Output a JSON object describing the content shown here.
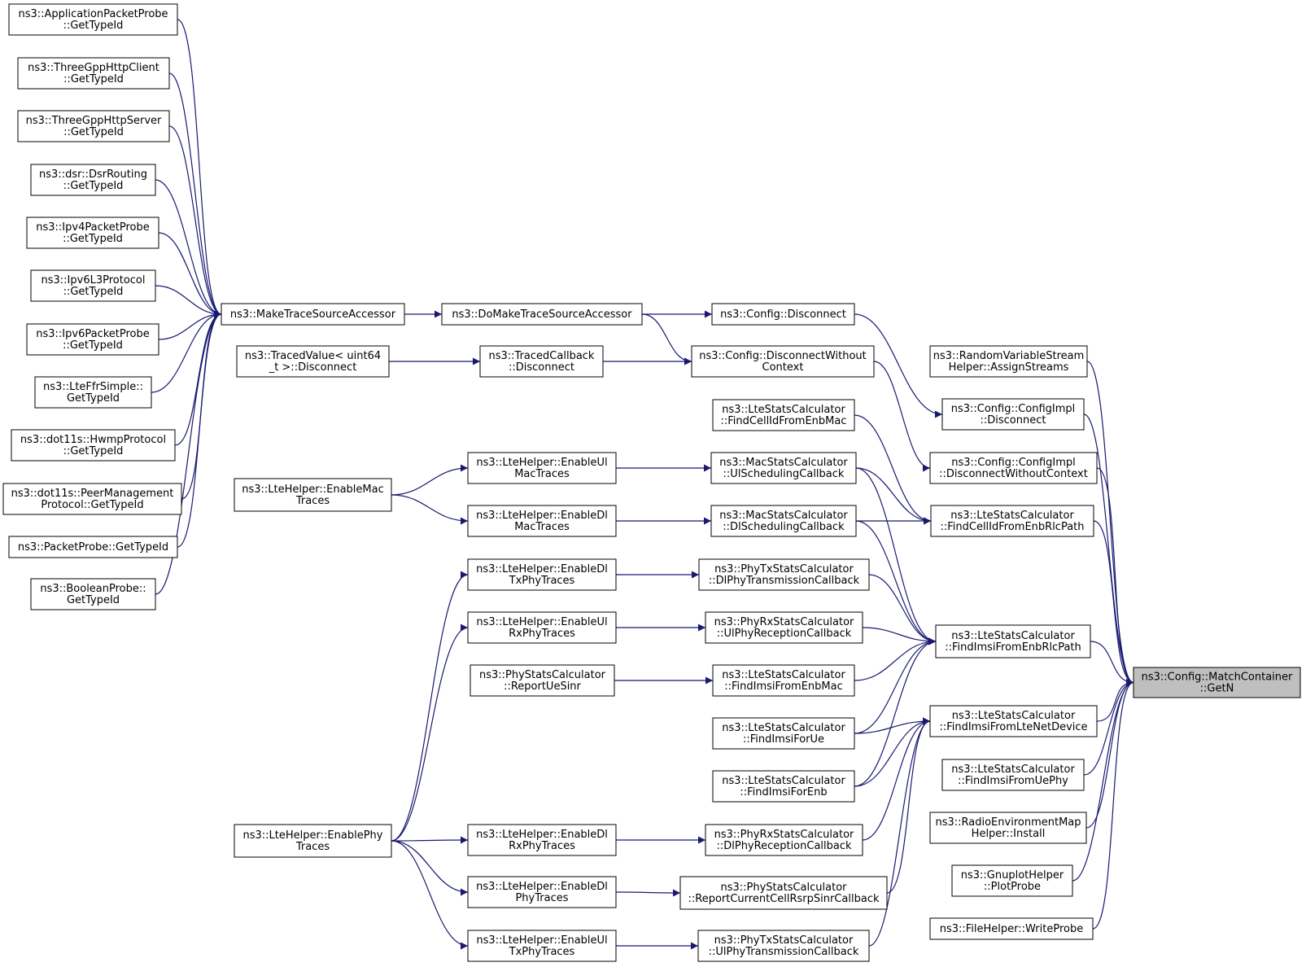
{
  "colors": {
    "edge": "#191970",
    "node_border": "#000000",
    "focus_border": "#ff0000",
    "root_fill": "#bfbfbf",
    "node_fill": "#ffffff"
  },
  "nodes": [
    {
      "id": "root",
      "lines": [
        "ns3::Config::MatchContainer",
        "::GetN"
      ],
      "style": "root"
    },
    {
      "id": "rvsh",
      "lines": [
        "ns3::RandomVariableStream",
        "Helper::AssignStreams"
      ]
    },
    {
      "id": "cfgimpl_disc",
      "lines": [
        "ns3::Config::ConfigImpl",
        "::Disconnect"
      ]
    },
    {
      "id": "cfgimpl_dwc",
      "lines": [
        "ns3::Config::ConfigImpl",
        "::DisconnectWithoutContext"
      ]
    },
    {
      "id": "lsc_rlcpath",
      "lines": [
        "ns3::LteStatsCalculator",
        "::FindCellIdFromEnbRlcPath"
      ]
    },
    {
      "id": "lsc_imsi_rlc",
      "lines": [
        "ns3::LteStatsCalculator",
        "::FindImsiFromEnbRlcPath"
      ]
    },
    {
      "id": "lsc_imsi_lnd",
      "lines": [
        "ns3::LteStatsCalculator",
        "::FindImsiFromLteNetDevice"
      ]
    },
    {
      "id": "lsc_imsi_uephy",
      "lines": [
        "ns3::LteStatsCalculator",
        "::FindImsiFromUePhy"
      ]
    },
    {
      "id": "rem_install",
      "lines": [
        "ns3::RadioEnvironmentMap",
        "Helper::Install"
      ]
    },
    {
      "id": "gnuplot",
      "lines": [
        "ns3::GnuplotHelper",
        "::PlotProbe"
      ]
    },
    {
      "id": "filehelper",
      "lines": [
        "ns3::FileHelper::WriteProbe"
      ]
    },
    {
      "id": "cfg_disc",
      "lines": [
        "ns3::Config::Disconnect"
      ]
    },
    {
      "id": "cfg_dwc",
      "lines": [
        "ns3::Config::DisconnectWithout",
        "Context"
      ]
    },
    {
      "id": "lsc_cellid_mac",
      "lines": [
        "ns3::LteStatsCalculator",
        "::FindCellIdFromEnbMac"
      ]
    },
    {
      "id": "macstats_ul",
      "lines": [
        "ns3::MacStatsCalculator",
        "::UlSchedulingCallback"
      ]
    },
    {
      "id": "macstats_dl",
      "lines": [
        "ns3::MacStatsCalculator",
        "::DlSchedulingCallback"
      ]
    },
    {
      "id": "phytx_dl",
      "lines": [
        "ns3::PhyTxStatsCalculator",
        "::DlPhyTransmissionCallback"
      ]
    },
    {
      "id": "phyrx_ul",
      "lines": [
        "ns3::PhyRxStatsCalculator",
        "::UlPhyReceptionCallback"
      ]
    },
    {
      "id": "lsc_imsi_mac",
      "lines": [
        "ns3::LteStatsCalculator",
        "::FindImsiFromEnbMac"
      ]
    },
    {
      "id": "lsc_imsi_ue",
      "lines": [
        "ns3::LteStatsCalculator",
        "::FindImsiForUe"
      ]
    },
    {
      "id": "lsc_imsi_enb",
      "lines": [
        "ns3::LteStatsCalculator",
        "::FindImsiForEnb"
      ]
    },
    {
      "id": "phyrx_dl",
      "lines": [
        "ns3::PhyRxStatsCalculator",
        "::DlPhyReceptionCallback"
      ]
    },
    {
      "id": "physc_rsrp",
      "lines": [
        "ns3::PhyStatsCalculator",
        "::ReportCurrentCellRsrpSinrCallback"
      ]
    },
    {
      "id": "phytx_ul",
      "lines": [
        "ns3::PhyTxStatsCalculator",
        "::UlPhyTransmissionCallback"
      ]
    },
    {
      "id": "domake",
      "lines": [
        "ns3::DoMakeTraceSourceAccessor"
      ]
    },
    {
      "id": "tcb_disc",
      "lines": [
        "ns3::TracedCallback",
        "::Disconnect"
      ]
    },
    {
      "id": "lh_ul_mac",
      "lines": [
        "ns3::LteHelper::EnableUl",
        "MacTraces"
      ]
    },
    {
      "id": "lh_dl_mac",
      "lines": [
        "ns3::LteHelper::EnableDl",
        "MacTraces"
      ]
    },
    {
      "id": "lh_dl_txphy",
      "lines": [
        "ns3::LteHelper::EnableDl",
        "TxPhyTraces"
      ]
    },
    {
      "id": "lh_ul_rxphy",
      "lines": [
        "ns3::LteHelper::EnableUl",
        "RxPhyTraces"
      ]
    },
    {
      "id": "physc_sinr",
      "lines": [
        "ns3::PhyStatsCalculator",
        "::ReportUeSinr"
      ]
    },
    {
      "id": "lh_dl_rxphy",
      "lines": [
        "ns3::LteHelper::EnableDl",
        "RxPhyTraces"
      ]
    },
    {
      "id": "lh_dl_phy",
      "lines": [
        "ns3::LteHelper::EnableDl",
        "PhyTraces"
      ]
    },
    {
      "id": "lh_ul_txphy",
      "lines": [
        "ns3::LteHelper::EnableUl",
        "TxPhyTraces"
      ]
    },
    {
      "id": "mtsa",
      "lines": [
        "ns3::MakeTraceSourceAccessor"
      ],
      "style": "focus"
    },
    {
      "id": "tv_disc",
      "lines": [
        "ns3::TracedValue< uint64",
        "_t >::Disconnect"
      ]
    },
    {
      "id": "lh_mac",
      "lines": [
        "ns3::LteHelper::EnableMac",
        "Traces"
      ],
      "style": "focus"
    },
    {
      "id": "lh_phy",
      "lines": [
        "ns3::LteHelper::EnablePhy",
        "Traces"
      ],
      "style": "focus"
    },
    {
      "id": "app_probe",
      "lines": [
        "ns3::ApplicationPacketProbe",
        "::GetTypeId"
      ]
    },
    {
      "id": "http_client",
      "lines": [
        "ns3::ThreeGppHttpClient",
        "::GetTypeId"
      ]
    },
    {
      "id": "http_server",
      "lines": [
        "ns3::ThreeGppHttpServer",
        "::GetTypeId"
      ]
    },
    {
      "id": "dsr",
      "lines": [
        "ns3::dsr::DsrRouting",
        "::GetTypeId"
      ]
    },
    {
      "id": "ipv4_probe",
      "lines": [
        "ns3::Ipv4PacketProbe",
        "::GetTypeId"
      ]
    },
    {
      "id": "ipv6_l3",
      "lines": [
        "ns3::Ipv6L3Protocol",
        "::GetTypeId"
      ]
    },
    {
      "id": "ipv6_probe",
      "lines": [
        "ns3::Ipv6PacketProbe",
        "::GetTypeId"
      ]
    },
    {
      "id": "ffr",
      "lines": [
        "ns3::LteFfrSimple::",
        "GetTypeId"
      ]
    },
    {
      "id": "hwmp",
      "lines": [
        "ns3::dot11s::HwmpProtocol",
        "::GetTypeId"
      ]
    },
    {
      "id": "peer_mgmt",
      "lines": [
        "ns3::dot11s::PeerManagement",
        "Protocol::GetTypeId"
      ]
    },
    {
      "id": "packet_probe",
      "lines": [
        "ns3::PacketProbe::GetTypeId"
      ]
    },
    {
      "id": "bool_probe",
      "lines": [
        "ns3::BooleanProbe::",
        "GetTypeId"
      ]
    }
  ],
  "edges": [
    [
      "rvsh",
      "root"
    ],
    [
      "cfgimpl_disc",
      "root"
    ],
    [
      "cfgimpl_dwc",
      "root"
    ],
    [
      "lsc_rlcpath",
      "root"
    ],
    [
      "lsc_imsi_rlc",
      "root"
    ],
    [
      "lsc_imsi_lnd",
      "root"
    ],
    [
      "lsc_imsi_uephy",
      "root"
    ],
    [
      "rem_install",
      "root"
    ],
    [
      "gnuplot",
      "root"
    ],
    [
      "filehelper",
      "root"
    ],
    [
      "cfg_disc",
      "cfgimpl_disc"
    ],
    [
      "cfg_dwc",
      "cfgimpl_dwc"
    ],
    [
      "lsc_cellid_mac",
      "lsc_rlcpath"
    ],
    [
      "macstats_ul",
      "lsc_rlcpath"
    ],
    [
      "macstats_dl",
      "lsc_rlcpath"
    ],
    [
      "macstats_ul",
      "lsc_imsi_rlc"
    ],
    [
      "macstats_dl",
      "lsc_imsi_rlc"
    ],
    [
      "phytx_dl",
      "lsc_imsi_rlc"
    ],
    [
      "phyrx_ul",
      "lsc_imsi_rlc"
    ],
    [
      "lsc_imsi_mac",
      "lsc_imsi_rlc"
    ],
    [
      "lsc_imsi_ue",
      "lsc_imsi_rlc"
    ],
    [
      "lsc_imsi_enb",
      "lsc_imsi_rlc"
    ],
    [
      "lsc_imsi_ue",
      "lsc_imsi_lnd"
    ],
    [
      "lsc_imsi_enb",
      "lsc_imsi_lnd"
    ],
    [
      "phyrx_dl",
      "lsc_imsi_lnd"
    ],
    [
      "physc_rsrp",
      "lsc_imsi_lnd"
    ],
    [
      "phytx_ul",
      "lsc_imsi_lnd"
    ],
    [
      "domake",
      "cfg_disc"
    ],
    [
      "domake",
      "cfg_dwc"
    ],
    [
      "tcb_disc",
      "cfg_dwc"
    ],
    [
      "lh_ul_mac",
      "macstats_ul"
    ],
    [
      "lh_dl_mac",
      "macstats_dl"
    ],
    [
      "lh_dl_txphy",
      "phytx_dl"
    ],
    [
      "lh_ul_rxphy",
      "phyrx_ul"
    ],
    [
      "physc_sinr",
      "lsc_imsi_mac"
    ],
    [
      "lh_dl_rxphy",
      "phyrx_dl"
    ],
    [
      "lh_dl_phy",
      "physc_rsrp"
    ],
    [
      "lh_ul_txphy",
      "phytx_ul"
    ],
    [
      "mtsa",
      "domake"
    ],
    [
      "tv_disc",
      "tcb_disc"
    ],
    [
      "lh_mac",
      "lh_ul_mac"
    ],
    [
      "lh_mac",
      "lh_dl_mac"
    ],
    [
      "lh_phy",
      "lh_dl_txphy"
    ],
    [
      "lh_phy",
      "lh_ul_rxphy"
    ],
    [
      "lh_phy",
      "lh_dl_rxphy"
    ],
    [
      "lh_phy",
      "lh_dl_phy"
    ],
    [
      "lh_phy",
      "lh_ul_txphy"
    ],
    [
      "app_probe",
      "mtsa"
    ],
    [
      "http_client",
      "mtsa"
    ],
    [
      "http_server",
      "mtsa"
    ],
    [
      "dsr",
      "mtsa"
    ],
    [
      "ipv4_probe",
      "mtsa"
    ],
    [
      "ipv6_l3",
      "mtsa"
    ],
    [
      "ipv6_probe",
      "mtsa"
    ],
    [
      "ffr",
      "mtsa"
    ],
    [
      "hwmp",
      "mtsa"
    ],
    [
      "peer_mgmt",
      "mtsa"
    ],
    [
      "packet_probe",
      "mtsa"
    ],
    [
      "bool_probe",
      "mtsa"
    ]
  ]
}
